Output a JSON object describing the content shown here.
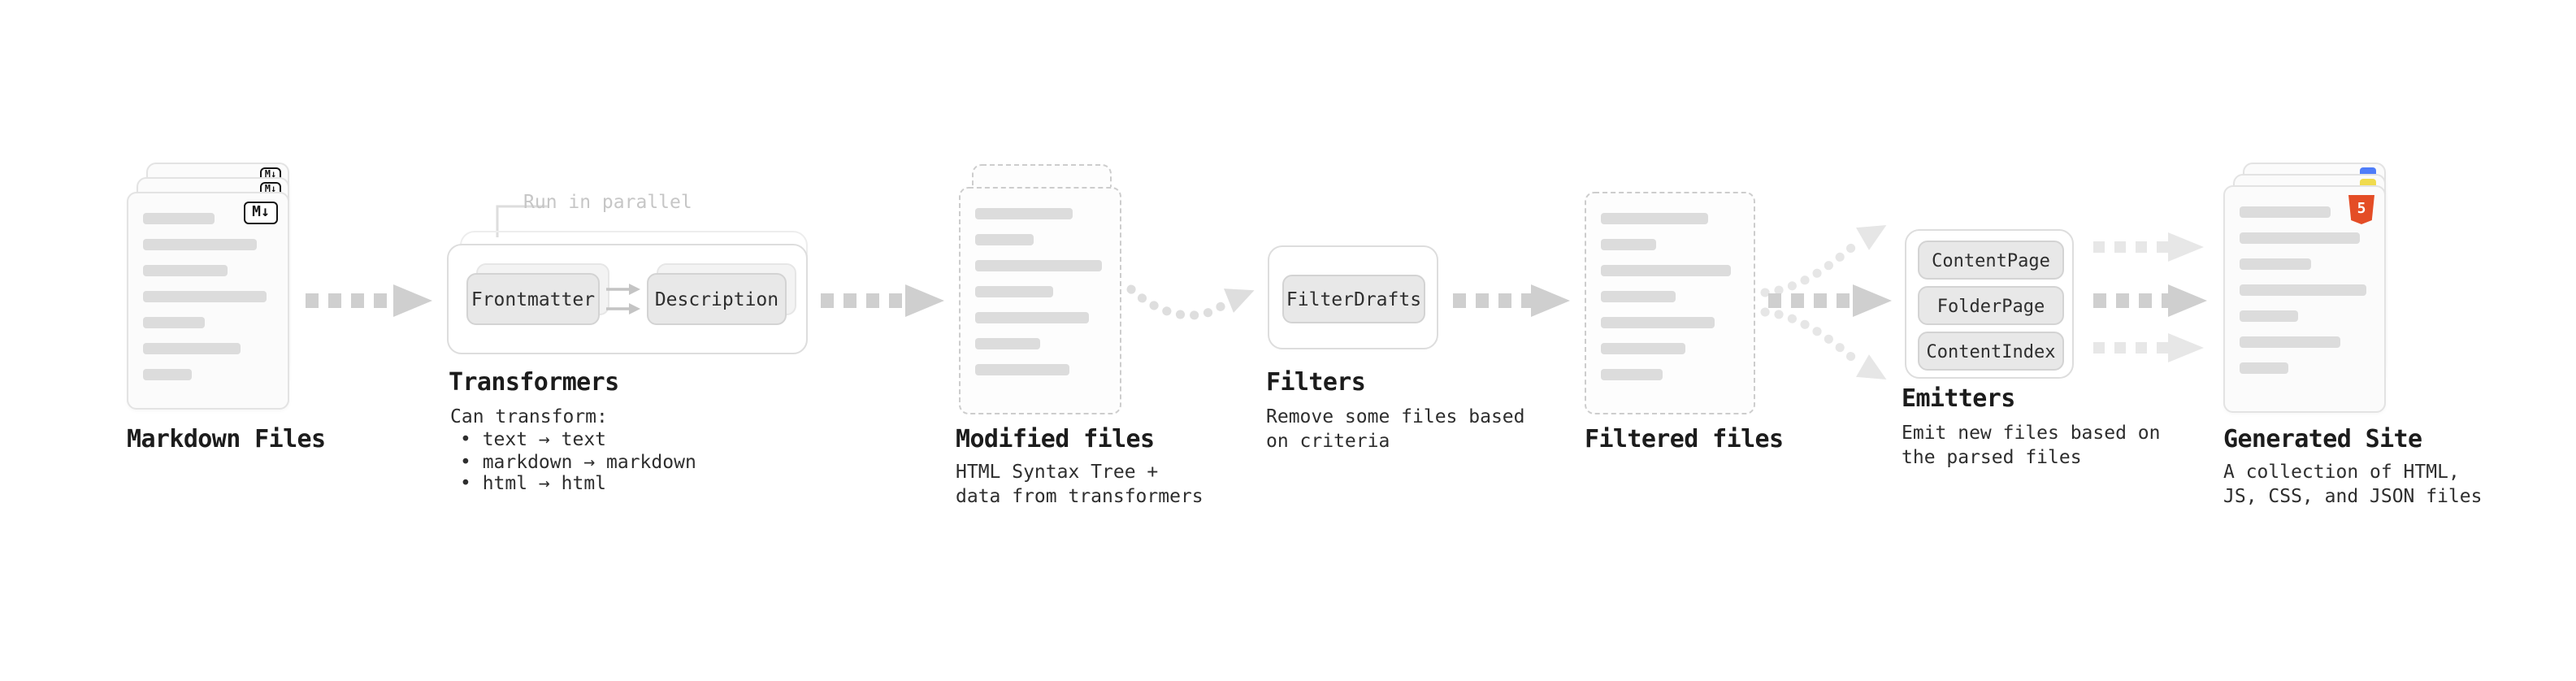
{
  "colors": {
    "background": "#ffffff",
    "card_background": "#fbfbfb",
    "card_border": "#e3e3e3",
    "dashed_border": "#cdcdcd",
    "placeholder_bar": "#dcdcdc",
    "arrow": "#cfcfcf",
    "arrow_light": "#e6e6e6",
    "chip_background": "#e8e8e8",
    "chip_border": "#d3d3d3",
    "text_primary": "#1c1c1c",
    "text_secondary": "#2e2e2e",
    "annotation_text": "#c6c6c6",
    "markdown_icon": "#141414",
    "html5_icon": "#e44d26",
    "file_accent_blue": "#4f7df9",
    "file_accent_yellow": "#f0db4f"
  },
  "pipeline": {
    "markdown_files": {
      "label": "Markdown Files",
      "icon": "markdown-icon",
      "icon_text": "M↓"
    },
    "transformers": {
      "label": "Transformers",
      "annotation": "Run in parallel",
      "steps": [
        "Frontmatter",
        "Description"
      ],
      "caption_title": "Can transform:",
      "bullets": [
        "• text → text",
        "• markdown → markdown",
        "• html → html"
      ]
    },
    "modified_files": {
      "label": "Modified files",
      "caption": "HTML Syntax Tree +\ndata from transformers"
    },
    "filters": {
      "label": "Filters",
      "steps": [
        "FilterDrafts"
      ],
      "caption": "Remove some files based\non criteria"
    },
    "filtered_files": {
      "label": "Filtered files"
    },
    "emitters": {
      "label": "Emitters",
      "steps": [
        "ContentPage",
        "FolderPage",
        "ContentIndex"
      ],
      "caption": "Emit new files based on\nthe parsed files"
    },
    "generated_site": {
      "label": "Generated Site",
      "icon": "html5-icon",
      "icon_text": "5",
      "caption": "A collection of HTML,\nJS, CSS, and JSON files"
    }
  }
}
